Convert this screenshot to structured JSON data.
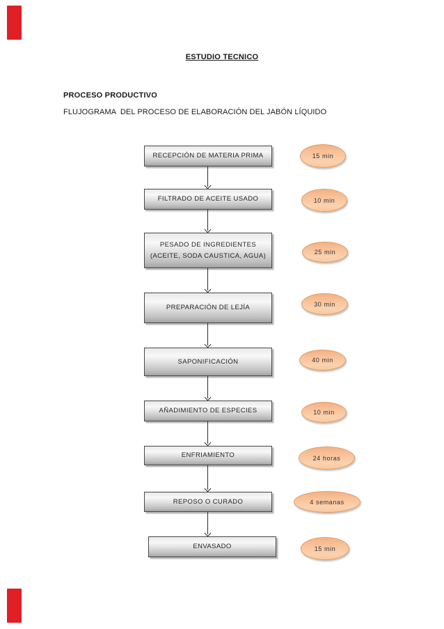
{
  "page": {
    "title": "ESTUDIO TECNICO",
    "heading": "PROCESO PRODUCTIVO",
    "subheading": "FLUJOGRAMA  DEL PROCESO DE ELABORACIÓN DEL JABÓN LÍQUIDO"
  },
  "flowchart": {
    "steps": [
      {
        "label": "RECEPCIÓN DE MATERIA PRIMA",
        "duration": "15 min"
      },
      {
        "label": "FILTRADO DE ACEITE USADO",
        "duration": "10 min"
      },
      {
        "label": "PESADO DE INGREDIENTES\n(ACEITE, SODA CAUSTICA, AGUA)",
        "duration": "25 min"
      },
      {
        "label": "PREPARACIÓN DE LEJÍA",
        "duration": "30 min"
      },
      {
        "label": "SAPONIFICACIÓN",
        "duration": "40 min"
      },
      {
        "label": "AÑADIMIENTO DE ESPECIES",
        "duration": "10 min"
      },
      {
        "label": "ENFRIAMIENTO",
        "duration": "24 horas"
      },
      {
        "label": "REPOSO O CURADO",
        "duration": "4 semanas"
      },
      {
        "label": "ENVASADO",
        "duration": "15 min"
      }
    ]
  },
  "colors": {
    "marker_red": "#e01f26",
    "box_fill_top": "#f8f8f8",
    "box_fill_bottom": "#a2a2a2",
    "box_border": "#474747",
    "oval_fill": "#f9c99f",
    "oval_border": "#e39c62",
    "text": "#1f1f1f"
  }
}
